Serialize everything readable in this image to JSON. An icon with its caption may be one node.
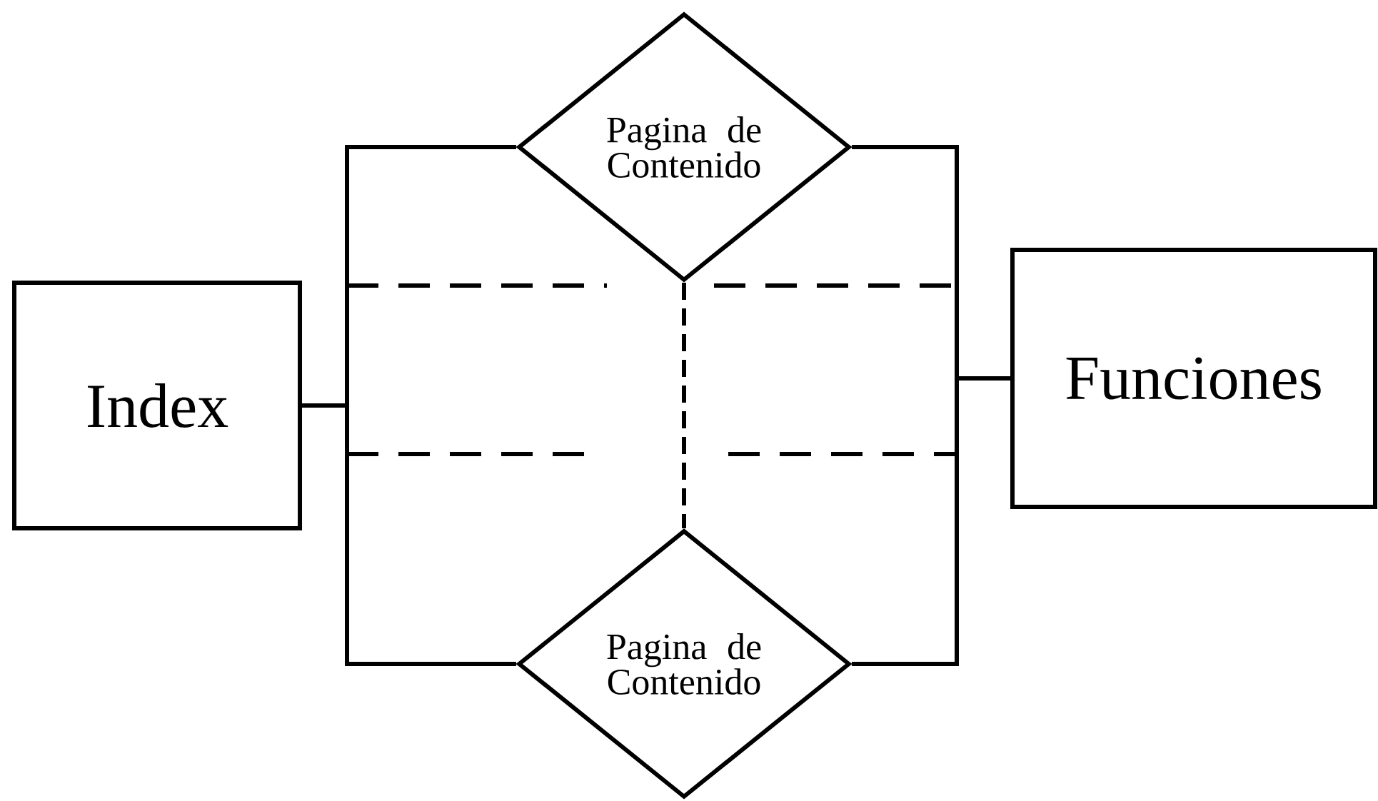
{
  "diagram": {
    "nodes": [
      {
        "text": [
          "Index"
        ]
      },
      {
        "text": [
          "Pagina de Contenido"
        ]
      },
      {
        "text": [
          "Pagina de Contenido"
        ]
      },
      {
        "text": [
          "Funciones"
        ]
      }
    ],
    "edges": [
      {
        "from": 0,
        "to": 1,
        "arrow": "none"
      },
      {
        "from": 0,
        "to": 2,
        "arrow": "none"
      },
      {
        "from": 1,
        "to": 3,
        "arrow": "none"
      },
      {
        "from": 2,
        "to": 3,
        "arrow": "none"
      },
      {
        "from": 1,
        "to": 2,
        "arrow": "none",
        "style": "dashed"
      }
    ]
  }
}
